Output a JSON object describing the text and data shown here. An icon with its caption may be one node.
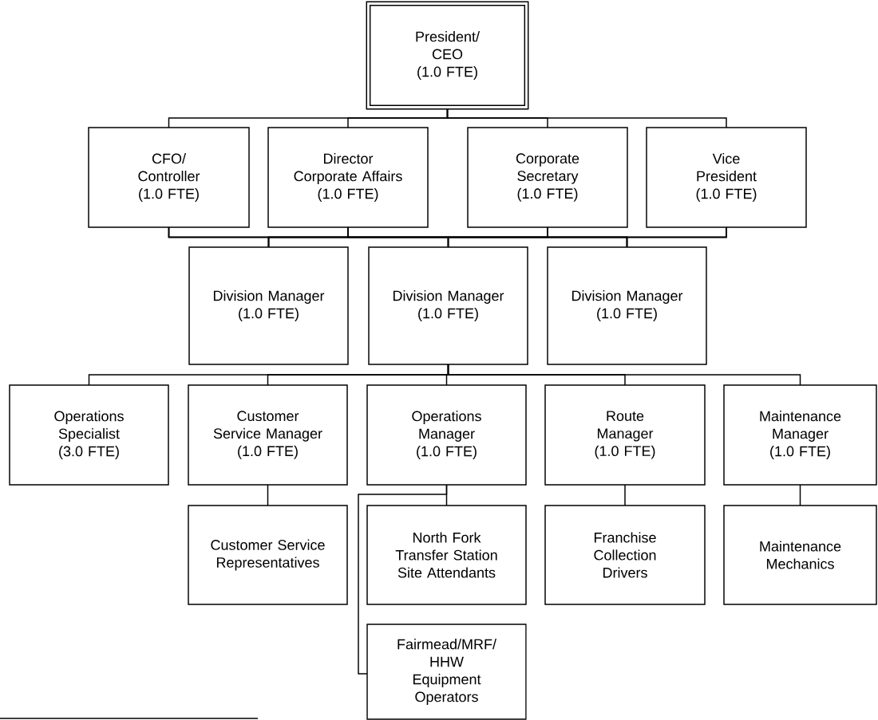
{
  "diagram": {
    "nodes": [
      {
        "text": [
          "President/ CEO",
          "(1.0 FTE)"
        ]
      },
      {
        "text": [
          "CFO/ Controller",
          "(1.0 FTE)"
        ]
      },
      {
        "text": [
          "Director Corporate Affairs",
          "(1.0 FTE)"
        ]
      },
      {
        "text": [
          "Corporate Secretary",
          "(1.0 FTE)"
        ]
      },
      {
        "text": [
          "Vice President",
          "(1.0 FTE)"
        ]
      },
      {
        "text": [
          "Division Manager",
          "(1.0 FTE)"
        ]
      },
      {
        "text": [
          "Division Manager",
          "(1.0 FTE)"
        ]
      },
      {
        "text": [
          "Division Manager",
          "(1.0 FTE)"
        ]
      },
      {
        "text": [
          "Operations Specialist",
          "(3.0 FTE)"
        ]
      },
      {
        "text": [
          "Customer Service Manager",
          "(1.0 FTE)"
        ]
      },
      {
        "text": [
          "Operations Manager",
          "(1.0 FTE)"
        ]
      },
      {
        "text": [
          "Route Manager",
          "(1.0 FTE)"
        ]
      },
      {
        "text": [
          "Maintenance Manager",
          "(1.0 FTE)"
        ]
      },
      {
        "text": [
          "Customer Service Representatives"
        ]
      },
      {
        "text": [
          "North Fork Transfer Station Site Attendants"
        ]
      },
      {
        "text": [
          "Franchise Collection Drivers"
        ]
      },
      {
        "text": [
          "Maintenance Mechanics"
        ]
      },
      {
        "text": [
          "Fairmead/MRF/ HHW Equipment Operators"
        ]
      }
    ],
    "edges": [
      {
        "from": 0,
        "to": 1,
        "arrow": "none"
      },
      {
        "from": 0,
        "to": 2,
        "arrow": "none"
      },
      {
        "from": 0,
        "to": 3,
        "arrow": "none"
      },
      {
        "from": 0,
        "to": 4,
        "arrow": "none"
      },
      {
        "from": 1,
        "to": 5,
        "arrow": "none"
      },
      {
        "from": 1,
        "to": 6,
        "arrow": "none"
      },
      {
        "from": 1,
        "to": 7,
        "arrow": "none"
      },
      {
        "from": 2,
        "to": 5,
        "arrow": "none"
      },
      {
        "from": 2,
        "to": 6,
        "arrow": "none"
      },
      {
        "from": 2,
        "to": 7,
        "arrow": "none"
      },
      {
        "from": 3,
        "to": 5,
        "arrow": "none"
      },
      {
        "from": 3,
        "to": 6,
        "arrow": "none"
      },
      {
        "from": 3,
        "to": 7,
        "arrow": "none"
      },
      {
        "from": 4,
        "to": 5,
        "arrow": "none"
      },
      {
        "from": 4,
        "to": 6,
        "arrow": "none"
      },
      {
        "from": 4,
        "to": 7,
        "arrow": "none"
      },
      {
        "from": 6,
        "to": 8,
        "arrow": "none"
      },
      {
        "from": 6,
        "to": 9,
        "arrow": "none"
      },
      {
        "from": 6,
        "to": 10,
        "arrow": "none"
      },
      {
        "from": 6,
        "to": 11,
        "arrow": "none"
      },
      {
        "from": 6,
        "to": 12,
        "arrow": "none"
      },
      {
        "from": 9,
        "to": 13,
        "arrow": "none"
      },
      {
        "from": 10,
        "to": 14,
        "arrow": "none"
      },
      {
        "from": 10,
        "to": 17,
        "arrow": "none"
      },
      {
        "from": 11,
        "to": 15,
        "arrow": "none"
      },
      {
        "from": 12,
        "to": 16,
        "arrow": "none"
      }
    ]
  }
}
